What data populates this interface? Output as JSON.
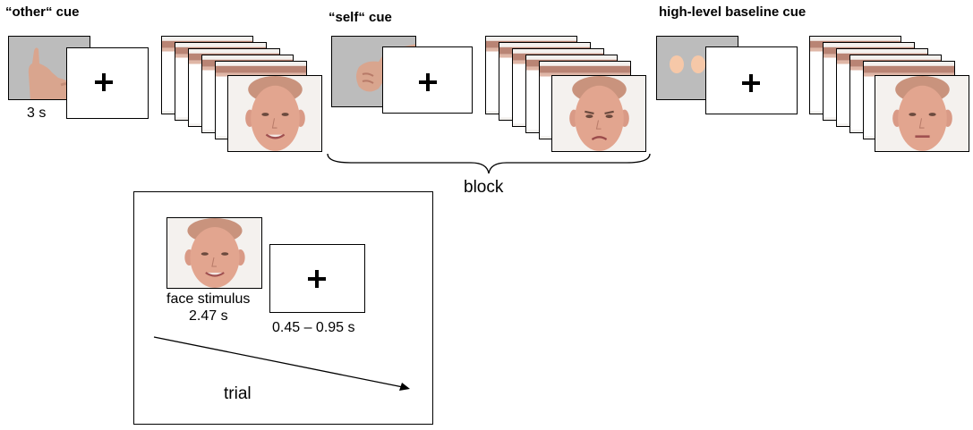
{
  "cues": {
    "other": {
      "heading": "“other“ cue",
      "duration": "3 s"
    },
    "self": {
      "heading": "“self“ cue"
    },
    "baseline": {
      "heading": "high-level baseline cue"
    }
  },
  "block_label": "block",
  "trial_panel": {
    "stimulus_label": "face stimulus",
    "stimulus_duration": "2.47 s",
    "fixation_duration": "0.45 – 0.95 s",
    "trial_label": "trial"
  },
  "icons": {
    "fixation": "plus-cross",
    "other_cue": "hand-pointing-away",
    "self_cue": "fist-pointing-toward",
    "baseline_cue": "three-ovals"
  },
  "colors": {
    "cue_background": "#bcbcbc",
    "baseline_ovals": "#f6c8a8",
    "skin": "#e2a58f"
  }
}
